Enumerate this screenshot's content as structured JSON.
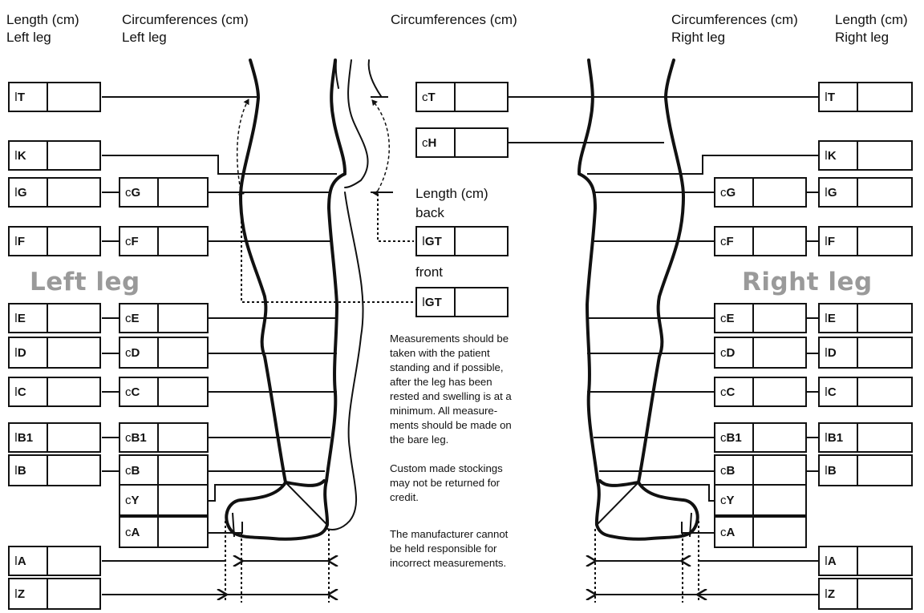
{
  "headers": {
    "left_length": [
      "Length (cm)",
      "Left leg"
    ],
    "left_circ": [
      "Circumferences (cm)",
      "Left leg"
    ],
    "center_circ": "Circumferences (cm)",
    "right_circ": [
      "Circumferences (cm)",
      "Right leg"
    ],
    "right_length": [
      "Length (cm)",
      "Right leg"
    ]
  },
  "leg_titles": {
    "left": "Left leg",
    "right": "Right leg"
  },
  "gt_labels": {
    "length": "Length (cm)",
    "back": "back",
    "front": "front"
  },
  "left_length_fields": [
    {
      "prefix": "l",
      "code": "T",
      "value": ""
    },
    {
      "prefix": "l",
      "code": "K",
      "value": ""
    },
    {
      "prefix": "l",
      "code": "G",
      "value": ""
    },
    {
      "prefix": "l",
      "code": "F",
      "value": ""
    },
    {
      "prefix": "l",
      "code": "E",
      "value": ""
    },
    {
      "prefix": "l",
      "code": "D",
      "value": ""
    },
    {
      "prefix": "l",
      "code": "C",
      "value": ""
    },
    {
      "prefix": "l",
      "code": "B1",
      "value": ""
    },
    {
      "prefix": "l",
      "code": "B",
      "value": ""
    },
    {
      "prefix": "l",
      "code": "A",
      "value": ""
    },
    {
      "prefix": "l",
      "code": "Z",
      "value": ""
    }
  ],
  "left_circ_fields": [
    {
      "prefix": "c",
      "code": "G",
      "value": ""
    },
    {
      "prefix": "c",
      "code": "F",
      "value": ""
    },
    {
      "prefix": "c",
      "code": "E",
      "value": ""
    },
    {
      "prefix": "c",
      "code": "D",
      "value": ""
    },
    {
      "prefix": "c",
      "code": "C",
      "value": ""
    },
    {
      "prefix": "c",
      "code": "B1",
      "value": ""
    },
    {
      "prefix": "c",
      "code": "B",
      "value": ""
    },
    {
      "prefix": "c",
      "code": "Y",
      "value": ""
    },
    {
      "prefix": "c",
      "code": "A",
      "value": ""
    }
  ],
  "center_fields": [
    {
      "prefix": "c",
      "code": "T",
      "value": ""
    },
    {
      "prefix": "c",
      "code": "H",
      "value": ""
    },
    {
      "prefix": "l",
      "code": "GT",
      "value": ""
    },
    {
      "prefix": "l",
      "code": "GT",
      "value": ""
    }
  ],
  "right_circ_fields": [
    {
      "prefix": "c",
      "code": "G",
      "value": ""
    },
    {
      "prefix": "c",
      "code": "F",
      "value": ""
    },
    {
      "prefix": "c",
      "code": "E",
      "value": ""
    },
    {
      "prefix": "c",
      "code": "D",
      "value": ""
    },
    {
      "prefix": "c",
      "code": "C",
      "value": ""
    },
    {
      "prefix": "c",
      "code": "B1",
      "value": ""
    },
    {
      "prefix": "c",
      "code": "B",
      "value": ""
    },
    {
      "prefix": "c",
      "code": "Y",
      "value": ""
    },
    {
      "prefix": "c",
      "code": "A",
      "value": ""
    }
  ],
  "right_length_fields": [
    {
      "prefix": "l",
      "code": "T",
      "value": ""
    },
    {
      "prefix": "l",
      "code": "K",
      "value": ""
    },
    {
      "prefix": "l",
      "code": "G",
      "value": ""
    },
    {
      "prefix": "l",
      "code": "F",
      "value": ""
    },
    {
      "prefix": "l",
      "code": "E",
      "value": ""
    },
    {
      "prefix": "l",
      "code": "D",
      "value": ""
    },
    {
      "prefix": "l",
      "code": "C",
      "value": ""
    },
    {
      "prefix": "l",
      "code": "B1",
      "value": ""
    },
    {
      "prefix": "l",
      "code": "B",
      "value": ""
    },
    {
      "prefix": "l",
      "code": "A",
      "value": ""
    },
    {
      "prefix": "l",
      "code": "Z",
      "value": ""
    }
  ],
  "notes": {
    "instructions": "Measurements should be taken with the patient standing and if possible, after the leg has been rested and swelling is at a minimum. All measure-ments should be made on the bare leg.",
    "returns": "Custom made stockings may not be returned for credit.",
    "liability": "The manufacturer cannot be held responsible for incorrect measurements."
  }
}
